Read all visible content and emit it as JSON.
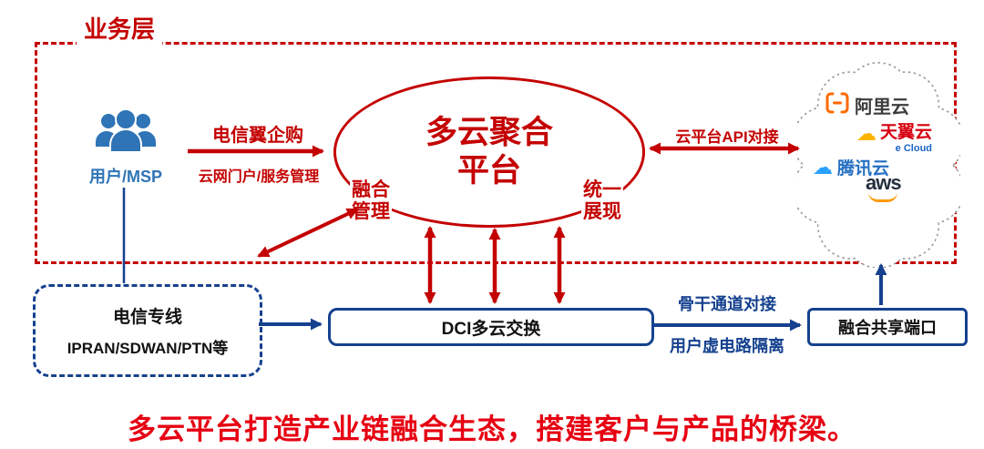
{
  "layer": {
    "label": "业务层"
  },
  "caption": "多云平台打造产业链融合生态，搭建客户与产品的桥梁。",
  "user": {
    "label": "用户/MSP"
  },
  "left_flow": {
    "top": "电信翼企购",
    "bottom": "云网门户/服务管理"
  },
  "platform": {
    "line1": "多云聚合",
    "line2": "平台"
  },
  "tags": {
    "fusion1": "融合",
    "fusion2": "管理",
    "unified1": "统一",
    "unified2": "展现"
  },
  "right_flow": {
    "api": "云平台API对接"
  },
  "providers": {
    "aliyun": "阿里云",
    "tianyi": "天翼云",
    "tianyi_sub": "e Cloud",
    "tencent": "腾讯云",
    "aws": "aws"
  },
  "dedicated": {
    "line1": "电信专线",
    "line2": "IPRAN/SDWAN/PTN等"
  },
  "dci": {
    "label": "DCI多云交换"
  },
  "shared_port": {
    "label": "融合共享端口"
  },
  "bottom_flow": {
    "top": "骨干通道对接",
    "bottom": "用户虚电路隔离"
  },
  "colors": {
    "red": "#c40000",
    "bright_red": "#e60012",
    "navy": "#15418f",
    "user_blue": "#2e74b6",
    "ali_orange": "#ff6a00",
    "tianyi_red": "#d7000f",
    "tianyi_blue": "#1b66c9",
    "tencent_blue": "#2ba1ff",
    "aws_dark": "#252f3e",
    "aws_orange": "#ff9900"
  }
}
